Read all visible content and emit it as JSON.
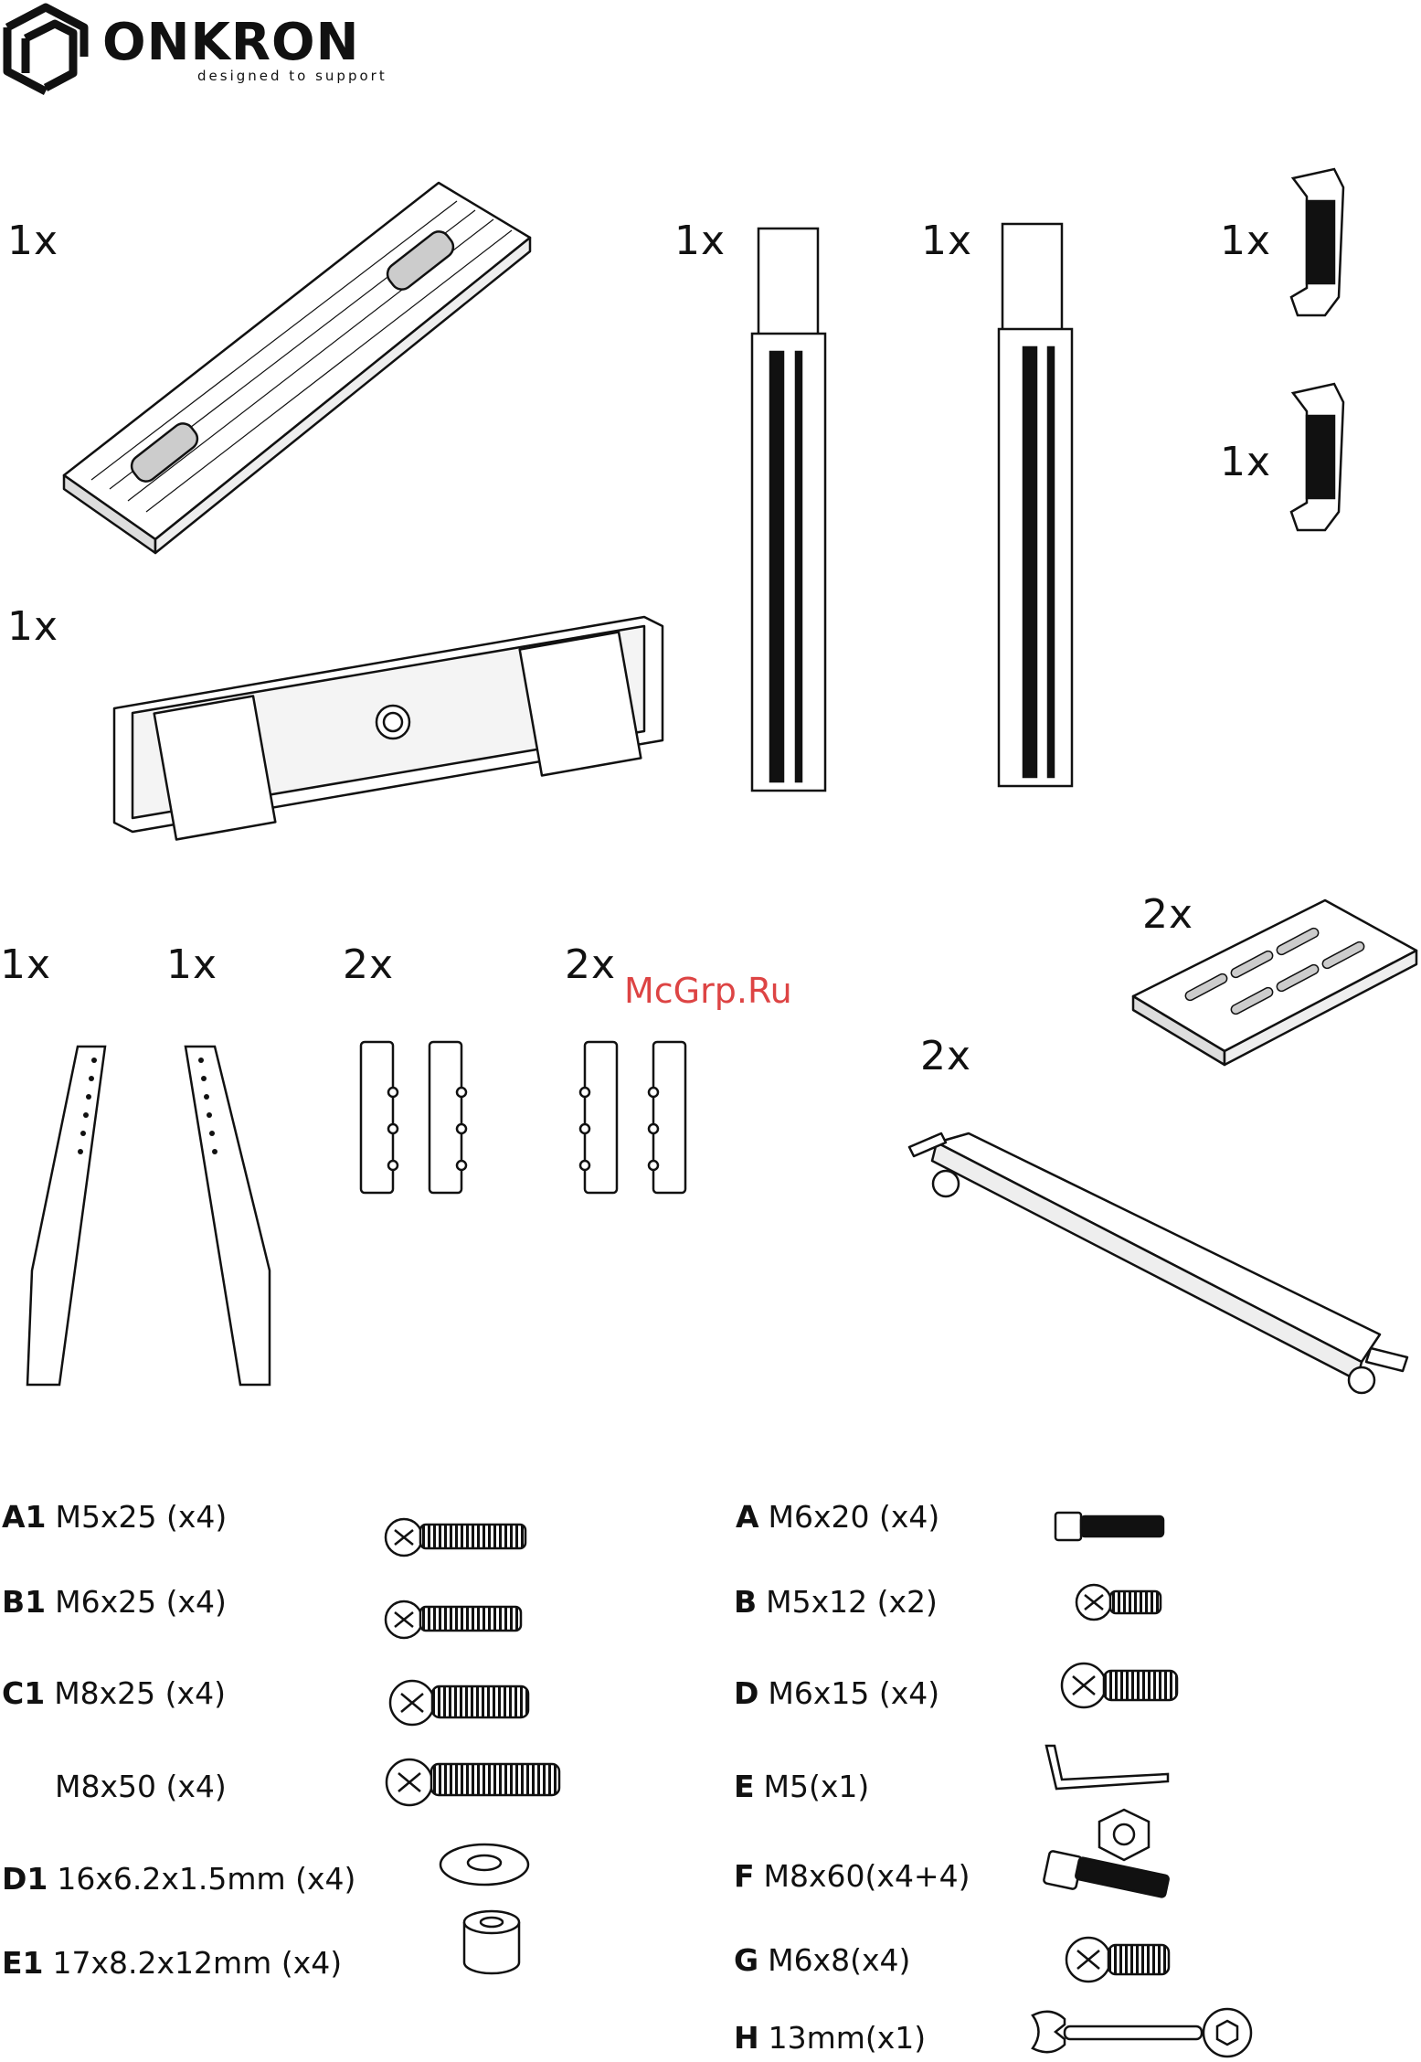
{
  "brand": {
    "name": "ONKRON",
    "tagline": "designed to support",
    "watermark": "McGrp.Ru"
  },
  "parts": [
    {
      "id": "rail-plate",
      "qty": "1x"
    },
    {
      "id": "column-left",
      "qty": "1x"
    },
    {
      "id": "column-right",
      "qty": "1x"
    },
    {
      "id": "cable-clip-top",
      "qty": "1x"
    },
    {
      "id": "cable-clip-bottom",
      "qty": "1x"
    },
    {
      "id": "tv-bracket-frame",
      "qty": "1x"
    },
    {
      "id": "vesa-arm-left",
      "qty": "1x"
    },
    {
      "id": "vesa-arm-right",
      "qty": "1x"
    },
    {
      "id": "spacer-clips-a",
      "qty": "2x"
    },
    {
      "id": "spacer-clips-b",
      "qty": "2x"
    },
    {
      "id": "shelf",
      "qty": "2x"
    },
    {
      "id": "caster-base",
      "qty": "2x"
    }
  ],
  "hardware_left": [
    {
      "code": "A1",
      "spec": "M5x25 (x4)"
    },
    {
      "code": "B1",
      "spec": "M6x25 (x4)"
    },
    {
      "code": "C1",
      "spec": "M8x25 (x4)"
    },
    {
      "code": "",
      "spec": "M8x50 (x4)"
    },
    {
      "code": "D1",
      "spec": "16x6.2x1.5mm (x4)"
    },
    {
      "code": "E1",
      "spec": "17x8.2x12mm (x4)"
    }
  ],
  "hardware_right": [
    {
      "code": "A",
      "spec": "M6x20 (x4)"
    },
    {
      "code": "B",
      "spec": "M5x12 (x2)"
    },
    {
      "code": "D",
      "spec": "M6x15 (x4)"
    },
    {
      "code": "E",
      "spec": "M5(x1)"
    },
    {
      "code": "F",
      "spec": "M8x60(x4+4)"
    },
    {
      "code": "G",
      "spec": "M6x8(x4)"
    },
    {
      "code": "H",
      "spec": "13mm(x1)"
    }
  ]
}
